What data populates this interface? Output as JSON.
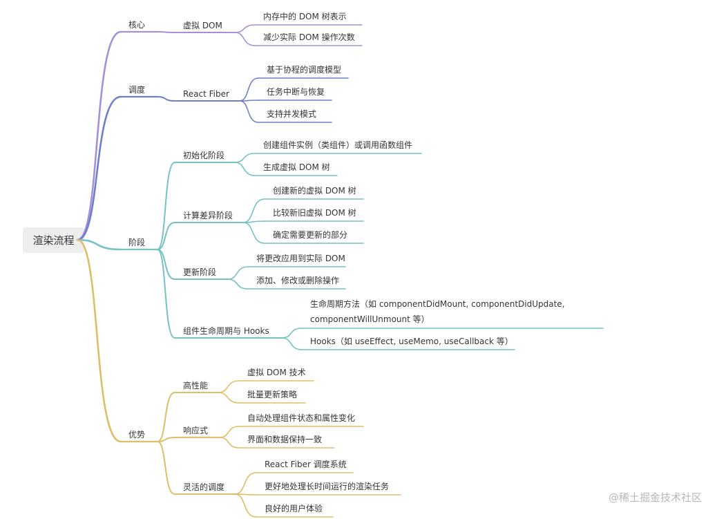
{
  "root": {
    "label": "渲染流程"
  },
  "colors": {
    "core": "#a48fd8",
    "schedule": "#6f7ec8",
    "phase": "#74c3c1",
    "advantage": "#dfbd66"
  },
  "branches": [
    {
      "id": "core",
      "label": "核心",
      "children": [
        {
          "label": "虚拟 DOM",
          "children": [
            "内存中的 DOM 树表示",
            "减少实际 DOM 操作次数"
          ]
        }
      ]
    },
    {
      "id": "schedule",
      "label": "调度",
      "children": [
        {
          "label": "React Fiber",
          "children": [
            "基于协程的调度模型",
            "任务中断与恢复",
            "支持并发模式"
          ]
        }
      ]
    },
    {
      "id": "phase",
      "label": "阶段",
      "children": [
        {
          "label": "初始化阶段",
          "children": [
            "创建组件实例（类组件）或调用函数组件",
            "生成虚拟 DOM 树"
          ]
        },
        {
          "label": "计算差异阶段",
          "children": [
            "创建新的虚拟 DOM 树",
            "比较新旧虚拟 DOM 树",
            "确定需要更新的部分"
          ]
        },
        {
          "label": "更新阶段",
          "children": [
            "将更改应用到实际 DOM",
            "添加、修改或删除操作"
          ]
        },
        {
          "label": "组件生命周期与 Hooks",
          "children": [
            [
              "生命周期方法（如 componentDidMount, componentDidUpdate,",
              "componentWillUnmount 等）"
            ],
            "Hooks（如 useEffect, useMemo, useCallback 等）"
          ]
        }
      ]
    },
    {
      "id": "advantage",
      "label": "优势",
      "children": [
        {
          "label": "高性能",
          "children": [
            "虚拟 DOM 技术",
            "批量更新策略"
          ]
        },
        {
          "label": "响应式",
          "children": [
            "自动处理组件状态和属性变化",
            "界面和数据保持一致"
          ]
        },
        {
          "label": "灵活的调度",
          "children": [
            "React Fiber 调度系统",
            "更好地处理长时间运行的渲染任务",
            "良好的用户体验"
          ]
        }
      ]
    }
  ],
  "watermark": "@稀土掘金技术社区"
}
